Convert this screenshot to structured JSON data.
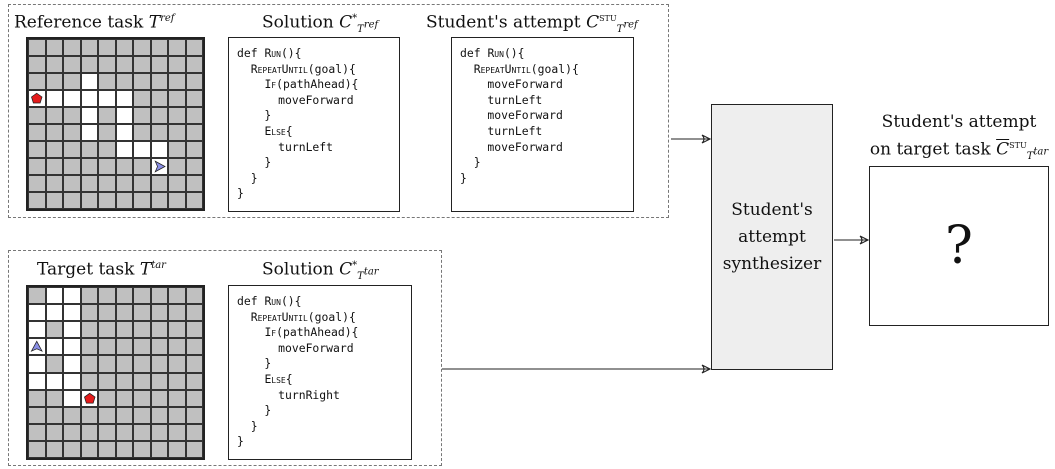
{
  "reference_panel": {
    "task_title": "Reference task",
    "task_symbol": "T",
    "task_sup": "ref",
    "solution_title": "Solution",
    "solution_symbol": "C",
    "solution_sup": "*",
    "solution_sub_symbol": "T",
    "solution_sub_sup": "ref",
    "attempt_title": "Student's attempt",
    "attempt_symbol": "C",
    "attempt_sup": "STU",
    "attempt_sub_symbol": "T",
    "attempt_sub_sup": "ref",
    "grid_free_cells": [
      [
        2,
        3
      ],
      [
        3,
        1
      ],
      [
        3,
        2
      ],
      [
        3,
        3
      ],
      [
        3,
        4
      ],
      [
        3,
        5
      ],
      [
        4,
        3
      ],
      [
        4,
        5
      ],
      [
        5,
        3
      ],
      [
        5,
        5
      ],
      [
        6,
        5
      ],
      [
        6,
        6
      ],
      [
        6,
        7
      ],
      [
        7,
        7
      ]
    ],
    "start_marker": {
      "row": 7,
      "col": 7,
      "direction": "east",
      "color": "#8a8fe6"
    },
    "goal_marker": {
      "row": 3,
      "col": 0,
      "color": "#e41b1b"
    },
    "solution_code": [
      [
        {
          "t": "def "
        },
        {
          "t": "Run",
          "sc": true
        },
        {
          "t": "(){"
        }
      ],
      [
        {
          "t": "  "
        },
        {
          "t": "RepeatUntil",
          "sc": true
        },
        {
          "t": "(goal){"
        }
      ],
      [
        {
          "t": "    "
        },
        {
          "t": "If",
          "sc": true
        },
        {
          "t": "(pathAhead){"
        }
      ],
      [
        {
          "t": "      moveForward"
        }
      ],
      [
        {
          "t": "    }"
        }
      ],
      [
        {
          "t": "    "
        },
        {
          "t": "Else",
          "sc": true
        },
        {
          "t": "{"
        }
      ],
      [
        {
          "t": "      turnLeft"
        }
      ],
      [
        {
          "t": "    }"
        }
      ],
      [
        {
          "t": "  }"
        }
      ],
      [
        {
          "t": "}"
        }
      ]
    ],
    "attempt_code": [
      [
        {
          "t": "def "
        },
        {
          "t": "Run",
          "sc": true
        },
        {
          "t": "(){"
        }
      ],
      [
        {
          "t": "  "
        },
        {
          "t": "RepeatUntil",
          "sc": true
        },
        {
          "t": "(goal){"
        }
      ],
      [
        {
          "t": "    moveForward"
        }
      ],
      [
        {
          "t": "    turnLeft"
        }
      ],
      [
        {
          "t": "    moveForward"
        }
      ],
      [
        {
          "t": "    turnLeft"
        }
      ],
      [
        {
          "t": "    moveForward"
        }
      ],
      [
        {
          "t": "  }"
        }
      ],
      [
        {
          "t": "}"
        }
      ]
    ]
  },
  "target_panel": {
    "task_title": "Target task",
    "task_symbol": "T",
    "task_sup": "tar",
    "solution_title": "Solution",
    "solution_symbol": "C",
    "solution_sup": "*",
    "solution_sub_symbol": "T",
    "solution_sub_sup": "tar",
    "grid_free_cells": [
      [
        0,
        1
      ],
      [
        0,
        2
      ],
      [
        1,
        0
      ],
      [
        1,
        1
      ],
      [
        1,
        2
      ],
      [
        2,
        0
      ],
      [
        2,
        2
      ],
      [
        3,
        0
      ],
      [
        3,
        1
      ],
      [
        3,
        2
      ],
      [
        4,
        0
      ],
      [
        4,
        2
      ],
      [
        5,
        0
      ],
      [
        5,
        1
      ],
      [
        5,
        2
      ],
      [
        6,
        2
      ]
    ],
    "start_marker": {
      "row": 3,
      "col": 0,
      "direction": "north",
      "color": "#8a8fe6"
    },
    "goal_marker": {
      "row": 6,
      "col": 3,
      "color": "#e41b1b"
    },
    "solution_code": [
      [
        {
          "t": "def "
        },
        {
          "t": "Run",
          "sc": true
        },
        {
          "t": "(){"
        }
      ],
      [
        {
          "t": "  "
        },
        {
          "t": "RepeatUntil",
          "sc": true
        },
        {
          "t": "(goal){"
        }
      ],
      [
        {
          "t": "    "
        },
        {
          "t": "If",
          "sc": true
        },
        {
          "t": "(pathAhead){"
        }
      ],
      [
        {
          "t": "      moveForward"
        }
      ],
      [
        {
          "t": "    }"
        }
      ],
      [
        {
          "t": "    "
        },
        {
          "t": "Else",
          "sc": true
        },
        {
          "t": "{"
        }
      ],
      [
        {
          "t": "      turnRight"
        }
      ],
      [
        {
          "t": "    }"
        }
      ],
      [
        {
          "t": "  }"
        }
      ],
      [
        {
          "t": "}"
        }
      ]
    ]
  },
  "synthesizer": {
    "lines": [
      "Student's",
      "attempt",
      "synthesizer"
    ]
  },
  "output": {
    "title_line1": "Student's attempt",
    "title_line2": "on target task",
    "symbol": "C",
    "sup": "STU",
    "sub_symbol": "T",
    "sub_sup": "tar",
    "unknown": "?"
  }
}
